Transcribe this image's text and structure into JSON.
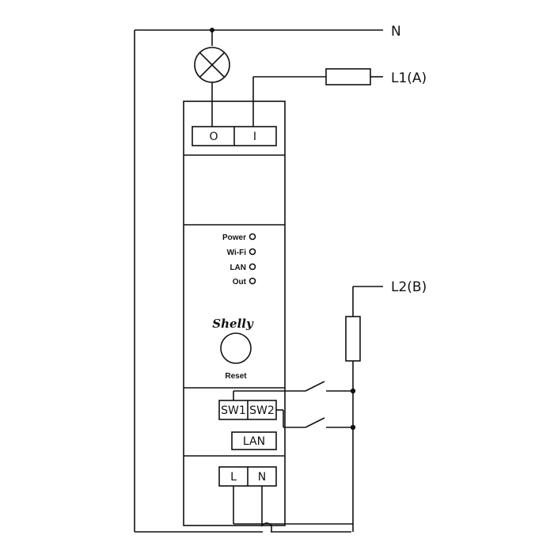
{
  "wires": {
    "neutral_label": "N",
    "line1_label": "L1(A)",
    "line2_label": "L2(B)"
  },
  "device": {
    "top_terminals": [
      "O",
      "I"
    ],
    "indicators": [
      {
        "label": "Power"
      },
      {
        "label": "Wi-Fi"
      },
      {
        "label": "LAN"
      },
      {
        "label": "Out"
      }
    ],
    "brand": "Shelly",
    "reset_label": "Reset",
    "switch_terminals": [
      "SW1",
      "SW2"
    ],
    "lan_terminal": "LAN",
    "power_terminals": [
      "L",
      "N"
    ]
  },
  "colors": {
    "stroke": "#111111",
    "background": "#ffffff"
  }
}
